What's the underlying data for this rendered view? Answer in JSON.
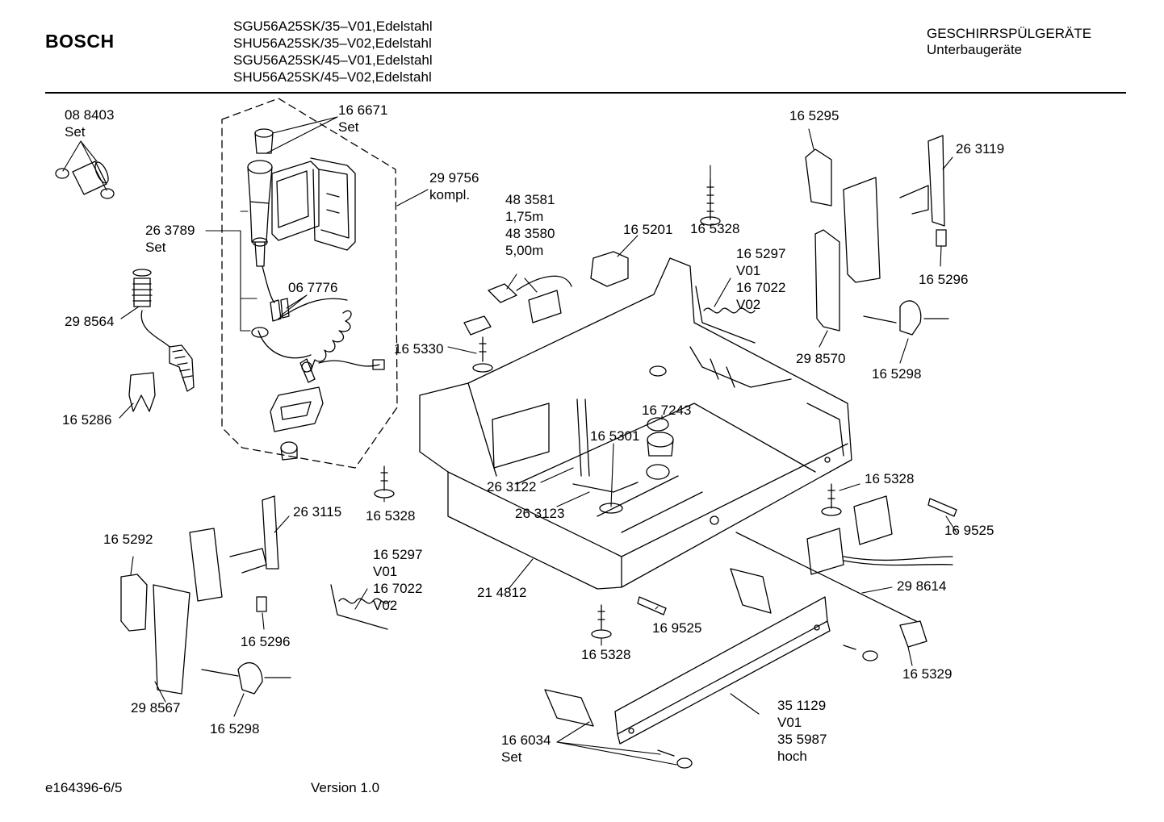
{
  "header": {
    "brand": "BOSCH",
    "models": [
      "SGU56A25SK/35–V01,Edelstahl",
      "SHU56A25SK/35–V02,Edelstahl",
      "SGU56A25SK/45–V01,Edelstahl",
      "SHU56A25SK/45–V02,Edelstahl"
    ],
    "category_title": "GESCHIRRSPÜLGERÄTE",
    "category_sub": "Unterbaugeräte"
  },
  "footer": {
    "drawing_id": "e164396-6/5",
    "version": "Version 1.0"
  },
  "parts": [
    {
      "id": "p088403",
      "line1": "08 8403",
      "line2": "Set"
    },
    {
      "id": "p166671",
      "line1": "16 6671",
      "line2": "Set"
    },
    {
      "id": "p299756",
      "line1": "29 9756",
      "line2": "kompl."
    },
    {
      "id": "p263789",
      "line1": "26 3789",
      "line2": "Set"
    },
    {
      "id": "p067776",
      "line1": "06 7776",
      "line2": ""
    },
    {
      "id": "p298564",
      "line1": "29 8564",
      "line2": ""
    },
    {
      "id": "p165286",
      "line1": "16 5286",
      "line2": ""
    },
    {
      "id": "p483581",
      "line1": "48 3581",
      "line2": "1,75m"
    },
    {
      "id": "p483580",
      "line1": "48 3580",
      "line2": "5,00m"
    },
    {
      "id": "p165201",
      "line1": "16 5201",
      "line2": ""
    },
    {
      "id": "p165328a",
      "line1": "16 5328",
      "line2": ""
    },
    {
      "id": "p165295",
      "line1": "16 5295",
      "line2": ""
    },
    {
      "id": "p263119",
      "line1": "26 3119",
      "line2": ""
    },
    {
      "id": "p165297a",
      "line1": "16 5297",
      "line2": "V01"
    },
    {
      "id": "p167022a",
      "line1": "16 7022",
      "line2": "V02"
    },
    {
      "id": "p165296a",
      "line1": "16 5296",
      "line2": ""
    },
    {
      "id": "p165330",
      "line1": "16 5330",
      "line2": ""
    },
    {
      "id": "p298570",
      "line1": "29 8570",
      "line2": ""
    },
    {
      "id": "p165298a",
      "line1": "16 5298",
      "line2": ""
    },
    {
      "id": "p167243",
      "line1": "16 7243",
      "line2": ""
    },
    {
      "id": "p165301",
      "line1": "16 5301",
      "line2": ""
    },
    {
      "id": "p263122",
      "line1": "26 3122",
      "line2": ""
    },
    {
      "id": "p263123",
      "line1": "26 3123",
      "line2": ""
    },
    {
      "id": "p165328b",
      "line1": "16 5328",
      "line2": ""
    },
    {
      "id": "p165328c",
      "line1": "16 5328",
      "line2": ""
    },
    {
      "id": "p169525a",
      "line1": "16 9525",
      "line2": ""
    },
    {
      "id": "p263115",
      "line1": "26 3115",
      "line2": ""
    },
    {
      "id": "p165292",
      "line1": "16 5292",
      "line2": ""
    },
    {
      "id": "p165297b",
      "line1": "16 5297",
      "line2": "V01"
    },
    {
      "id": "p167022b",
      "line1": "16 7022",
      "line2": "V02"
    },
    {
      "id": "p214812",
      "line1": "21 4812",
      "line2": ""
    },
    {
      "id": "p298614",
      "line1": "29 8614",
      "line2": ""
    },
    {
      "id": "p165296b",
      "line1": "16 5296",
      "line2": ""
    },
    {
      "id": "p169525b",
      "line1": "16 9525",
      "line2": ""
    },
    {
      "id": "p165328d",
      "line1": "16 5328",
      "line2": ""
    },
    {
      "id": "p298567",
      "line1": "29 8567",
      "line2": ""
    },
    {
      "id": "p165298b",
      "line1": "16 5298",
      "line2": ""
    },
    {
      "id": "p165329",
      "line1": "16 5329",
      "line2": ""
    },
    {
      "id": "p351129",
      "line1": "35 1129",
      "line2": "V01"
    },
    {
      "id": "p355987",
      "line1": "35 5987",
      "line2": "hoch"
    },
    {
      "id": "p166034",
      "line1": "16 6034",
      "line2": "Set"
    }
  ]
}
